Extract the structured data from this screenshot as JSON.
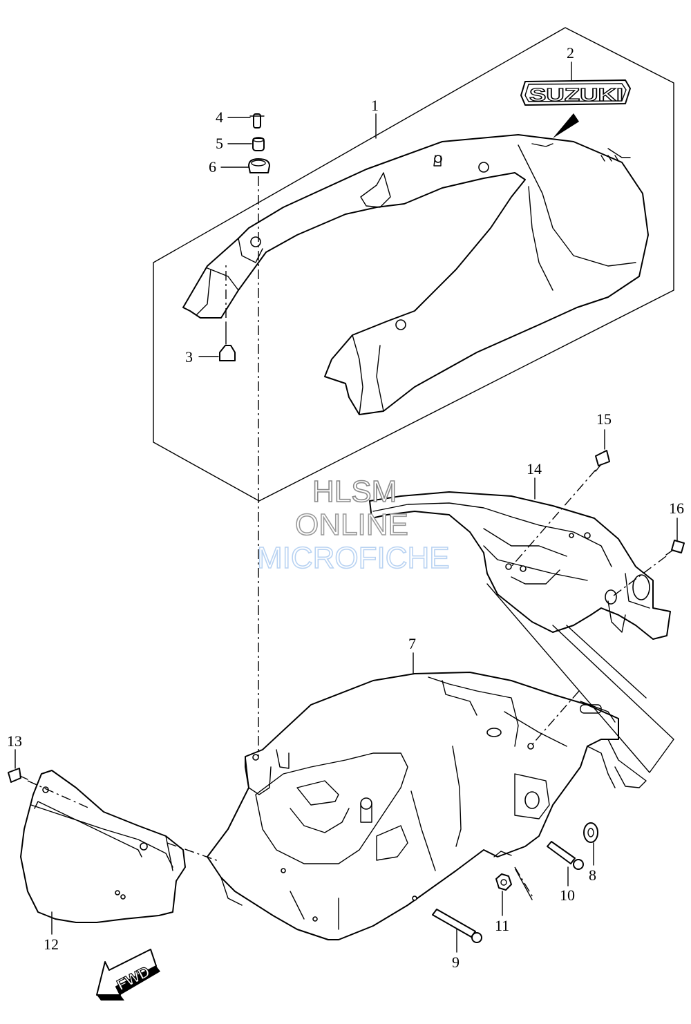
{
  "callouts": [
    {
      "id": "1",
      "label": "1"
    },
    {
      "id": "2",
      "label": "2"
    },
    {
      "id": "3",
      "label": "3"
    },
    {
      "id": "4",
      "label": "4"
    },
    {
      "id": "5",
      "label": "5"
    },
    {
      "id": "6",
      "label": "6"
    },
    {
      "id": "7",
      "label": "7"
    },
    {
      "id": "8",
      "label": "8"
    },
    {
      "id": "9",
      "label": "9"
    },
    {
      "id": "10",
      "label": "10"
    },
    {
      "id": "11",
      "label": "11"
    },
    {
      "id": "12",
      "label": "12"
    },
    {
      "id": "13",
      "label": "13"
    },
    {
      "id": "14",
      "label": "14"
    },
    {
      "id": "15",
      "label": "15"
    },
    {
      "id": "16",
      "label": "16"
    }
  ],
  "emblem": {
    "text": "SUZUKI"
  },
  "direction": {
    "text": "FWD"
  },
  "watermark": {
    "line1": "HLSM",
    "line2": "ONLINE",
    "line3": "MICROFICHE"
  }
}
